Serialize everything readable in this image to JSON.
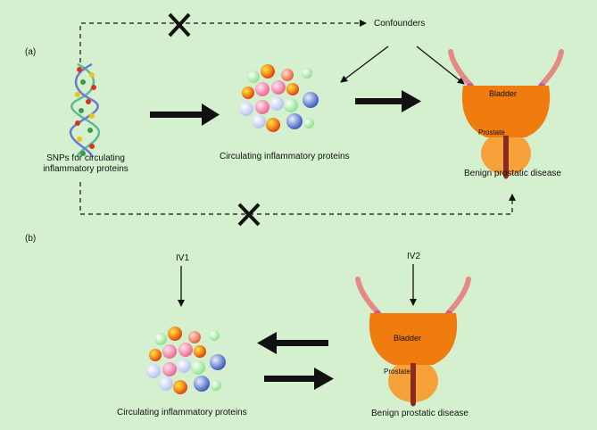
{
  "panel_a": {
    "label": "(a)",
    "confounders": "Confounders",
    "snps_label_line1": "SNPs for circulating",
    "snps_label_line2": "inflammatory proteins",
    "proteins_label": "Circulating inflammatory proteins",
    "disease_label": "Benign prostatic disease",
    "bladder_label": "Bladder",
    "prostate_label": "Prostate"
  },
  "panel_b": {
    "label": "(b)",
    "iv1": "IV1",
    "iv2": "IV2",
    "proteins_label": "Circulating inflammatory proteins",
    "disease_label": "Benign prostatic disease",
    "bladder_label": "Bladder",
    "prostate_label": "Prostate"
  },
  "colors": {
    "background": "#d4f0cf",
    "bladder": "#f07c0f",
    "prostate": "#f6a13a",
    "urethra": "#8a2a20",
    "ureter": "#e48a84"
  }
}
